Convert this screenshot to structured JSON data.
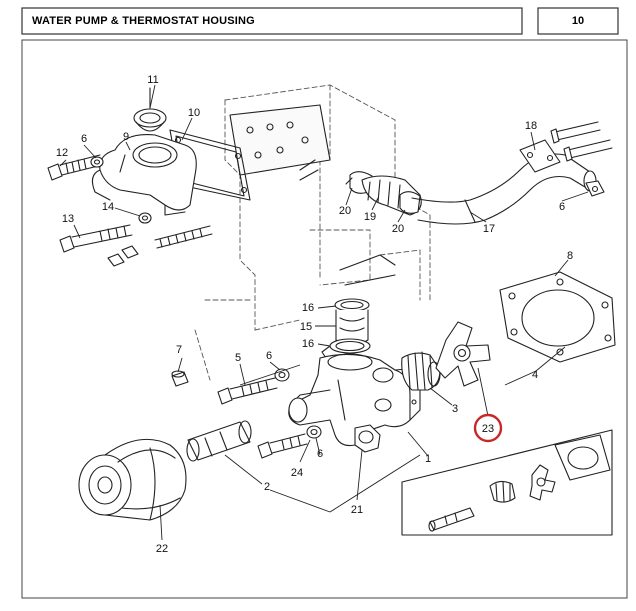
{
  "header": {
    "title": "WATER PUMP & THERMOSTAT HOUSING",
    "page_number": "10"
  },
  "callouts": {
    "c1": "1",
    "c2": "2",
    "c3": "3",
    "c4": "4",
    "c5": "5",
    "c6a": "6",
    "c6b": "6",
    "c6c": "6",
    "c6d": "6",
    "c7": "7",
    "c8": "8",
    "c9": "9",
    "c10": "10",
    "c11": "11",
    "c12": "12",
    "c13": "13",
    "c14": "14",
    "c15": "15",
    "c16a": "16",
    "c16b": "16",
    "c17": "17",
    "c18": "18",
    "c19": "19",
    "c20a": "20",
    "c20b": "20",
    "c21": "21",
    "c22": "22",
    "c23": "23",
    "c24": "24"
  },
  "highlight": {
    "callout": "23",
    "color": "#c62828"
  }
}
